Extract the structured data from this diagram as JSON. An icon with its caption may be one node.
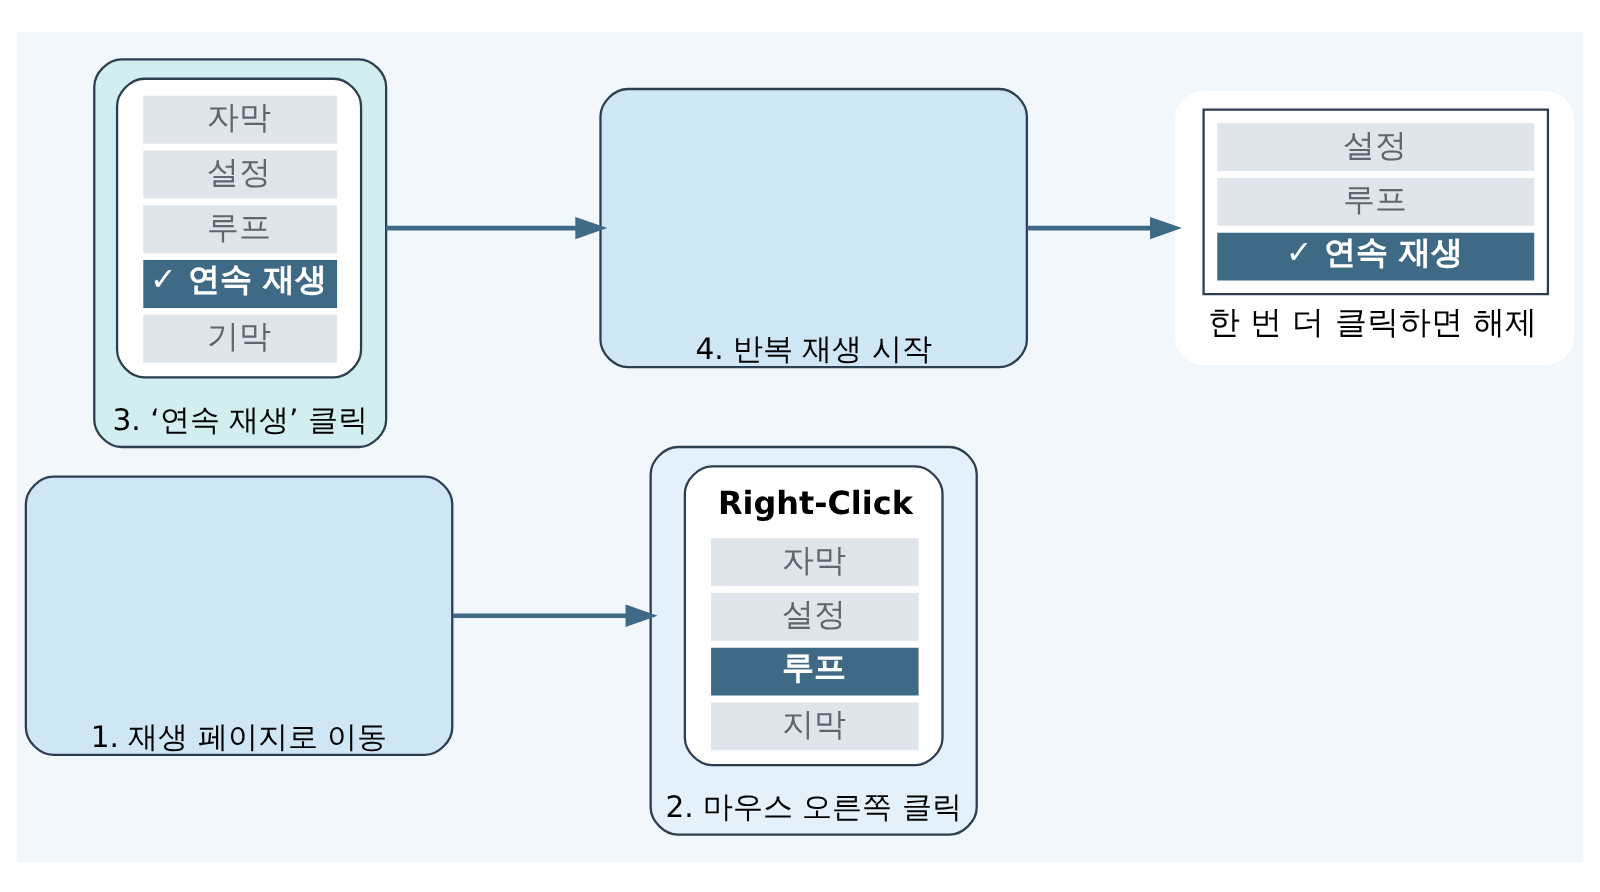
{
  "diagram": {
    "nodes": [
      {
        "text": [
          "1. 재생 페이지로 이동"
        ]
      },
      {
        "text": [
          "2. 마우스 오른쪽 클릭"
        ]
      },
      {
        "text": [
          "Right-Click",
          "자막",
          "설정",
          "루프",
          "지막"
        ],
        "in": 1
      },
      {
        "text": [
          "3. ‘연속 재생’ 클릭"
        ]
      },
      {
        "text": [
          "자막",
          "설정",
          "루프",
          "✓ 연속 재생",
          "기막"
        ],
        "in": 3
      },
      {
        "text": [
          "4. 반복 재생 시작"
        ]
      },
      {
        "text": [
          "설정",
          "루프",
          "✓ 연속 재생",
          "한 번 더 클릭하면 해제"
        ]
      }
    ],
    "edges": [
      {
        "from": 0,
        "to": 1,
        "arrow": "to"
      },
      {
        "from": 3,
        "to": 5,
        "arrow": "to"
      },
      {
        "from": 5,
        "to": 6,
        "arrow": "to"
      }
    ]
  }
}
